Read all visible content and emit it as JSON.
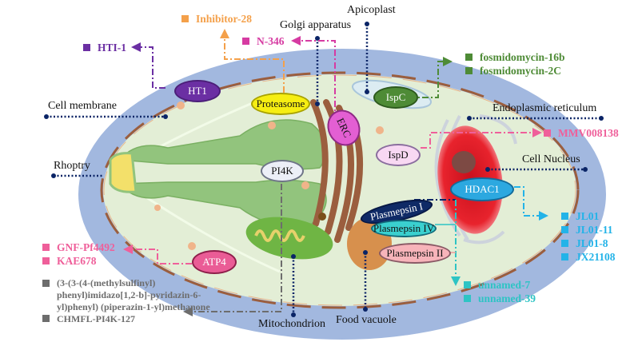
{
  "diagram": {
    "type": "cell-organelle-drug-target-map",
    "colors": {
      "outer_cell": "#a2b8df",
      "cytoplasm": "#e3eed6",
      "rhoptry": "#92c47d",
      "rhoptry_neck": "#f3e06a",
      "golgi_brown": "#9b5e3e",
      "nucleus_red": "#e8232d",
      "marker_navy": "#0a2466",
      "purple": "#6b2fa3",
      "orange": "#f4a04a",
      "magenta": "#d63ba2",
      "green": "#4e8b36",
      "pink": "#ef5f9a",
      "cyan": "#23b3e8",
      "teal": "#2ec4c4",
      "gray": "#6d6d6d"
    },
    "organelle_labels": [
      {
        "id": "cell-membrane",
        "text": "Cell membrane"
      },
      {
        "id": "rhoptry",
        "text": "Rhoptry"
      },
      {
        "id": "golgi",
        "text": "Golgi apparatus"
      },
      {
        "id": "apicoplast",
        "text": "Apicoplast"
      },
      {
        "id": "er",
        "text": "Endoplasmic reticulum"
      },
      {
        "id": "nucleus",
        "text": "Cell Nucleus"
      },
      {
        "id": "mitochondrion",
        "text": "Mitochondrion"
      },
      {
        "id": "food-vacuole",
        "text": "Food vacuole"
      }
    ],
    "targets": [
      {
        "id": "ht1",
        "text": "HT1"
      },
      {
        "id": "proteasome",
        "text": "Proteasome"
      },
      {
        "id": "erc",
        "text": "ERC"
      },
      {
        "id": "ispc",
        "text": "IspC"
      },
      {
        "id": "ispd",
        "text": "IspD"
      },
      {
        "id": "pi4k",
        "text": "PI4K"
      },
      {
        "id": "hdac1",
        "text": "HDAC1"
      },
      {
        "id": "plasmepsin1",
        "text": "Plasmepsin I"
      },
      {
        "id": "plasmepsin4",
        "text": "Plasmepsin IV"
      },
      {
        "id": "plasmepsin2",
        "text": "Plasmepsin II"
      },
      {
        "id": "atp4",
        "text": "ATP4"
      }
    ],
    "inhibitors": {
      "ht1": [
        "HTI-1"
      ],
      "proteasome": [
        "Inhibitor-28"
      ],
      "erc": [
        "N-346"
      ],
      "ispc": [
        "fosmidomycin-16b",
        "fosmidomycin-2C"
      ],
      "ispd": [
        "MMV008138"
      ],
      "hdac1": [
        "JL01",
        "JL01-11",
        "JL01-8",
        "JX21108"
      ],
      "plasmepsins": [
        "unnamed-7",
        "unnamed-39"
      ],
      "atp4": [
        "GNF-Pf4492",
        "KAE678"
      ],
      "pi4k": [
        "(3-(3-(4-(methylsulfinyl) phenyl)imidazo[1,2-b]-pyridazin-6-yl)phenyl) (piperazin-1-yl)methanone",
        "CHMFL-PI4K-127"
      ]
    }
  }
}
